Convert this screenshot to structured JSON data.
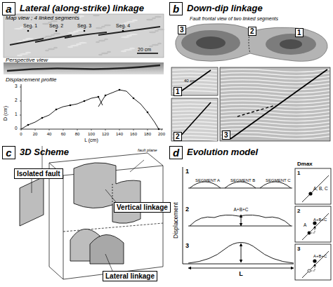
{
  "diagram": {
    "nodes": [
      {
        "text": [
          "a",
          "Lateral (along-strike) linkage"
        ]
      },
      {
        "text": [
          "b",
          "Down-dip linkage"
        ]
      },
      {
        "text": [
          "3"
        ]
      },
      {
        "text": [
          "2"
        ]
      },
      {
        "text": [
          "1"
        ]
      },
      {
        "text": [
          "1"
        ]
      },
      {
        "text": [
          "2"
        ]
      },
      {
        "text": [
          "3"
        ]
      },
      {
        "text": [
          "c",
          "3D Scheme"
        ]
      },
      {
        "text": [
          "Isolated fault"
        ]
      },
      {
        "text": [
          "Vertical linkage"
        ]
      },
      {
        "text": [
          "Lateral linkage"
        ]
      },
      {
        "text": [
          "d",
          "Evolution model"
        ]
      }
    ],
    "labels": [
      "Map view ; 4 linked segments",
      "Seg. 1",
      "Seg. 2",
      "Seg. 3",
      "Seg. 4",
      "20 cm",
      "Perspective view",
      "Displacement profile",
      "D (cm)",
      "L (cm)",
      "0",
      "1",
      "2",
      "3",
      "0",
      "20",
      "40",
      "60",
      "80",
      "100",
      "120",
      "140",
      "160",
      "180",
      "200",
      "Fault frontal view of two linked segments",
      "40 cm",
      "fault plane",
      "Displacement",
      "1",
      "SEGMENT A",
      "SEGMENT B",
      "SEGMENT C",
      "2",
      "A+B+C",
      "3",
      "L",
      "Dmax",
      "1",
      "A, B, C",
      "2",
      "A",
      "A+B+C",
      "3",
      "A+B+C"
    ]
  }
}
